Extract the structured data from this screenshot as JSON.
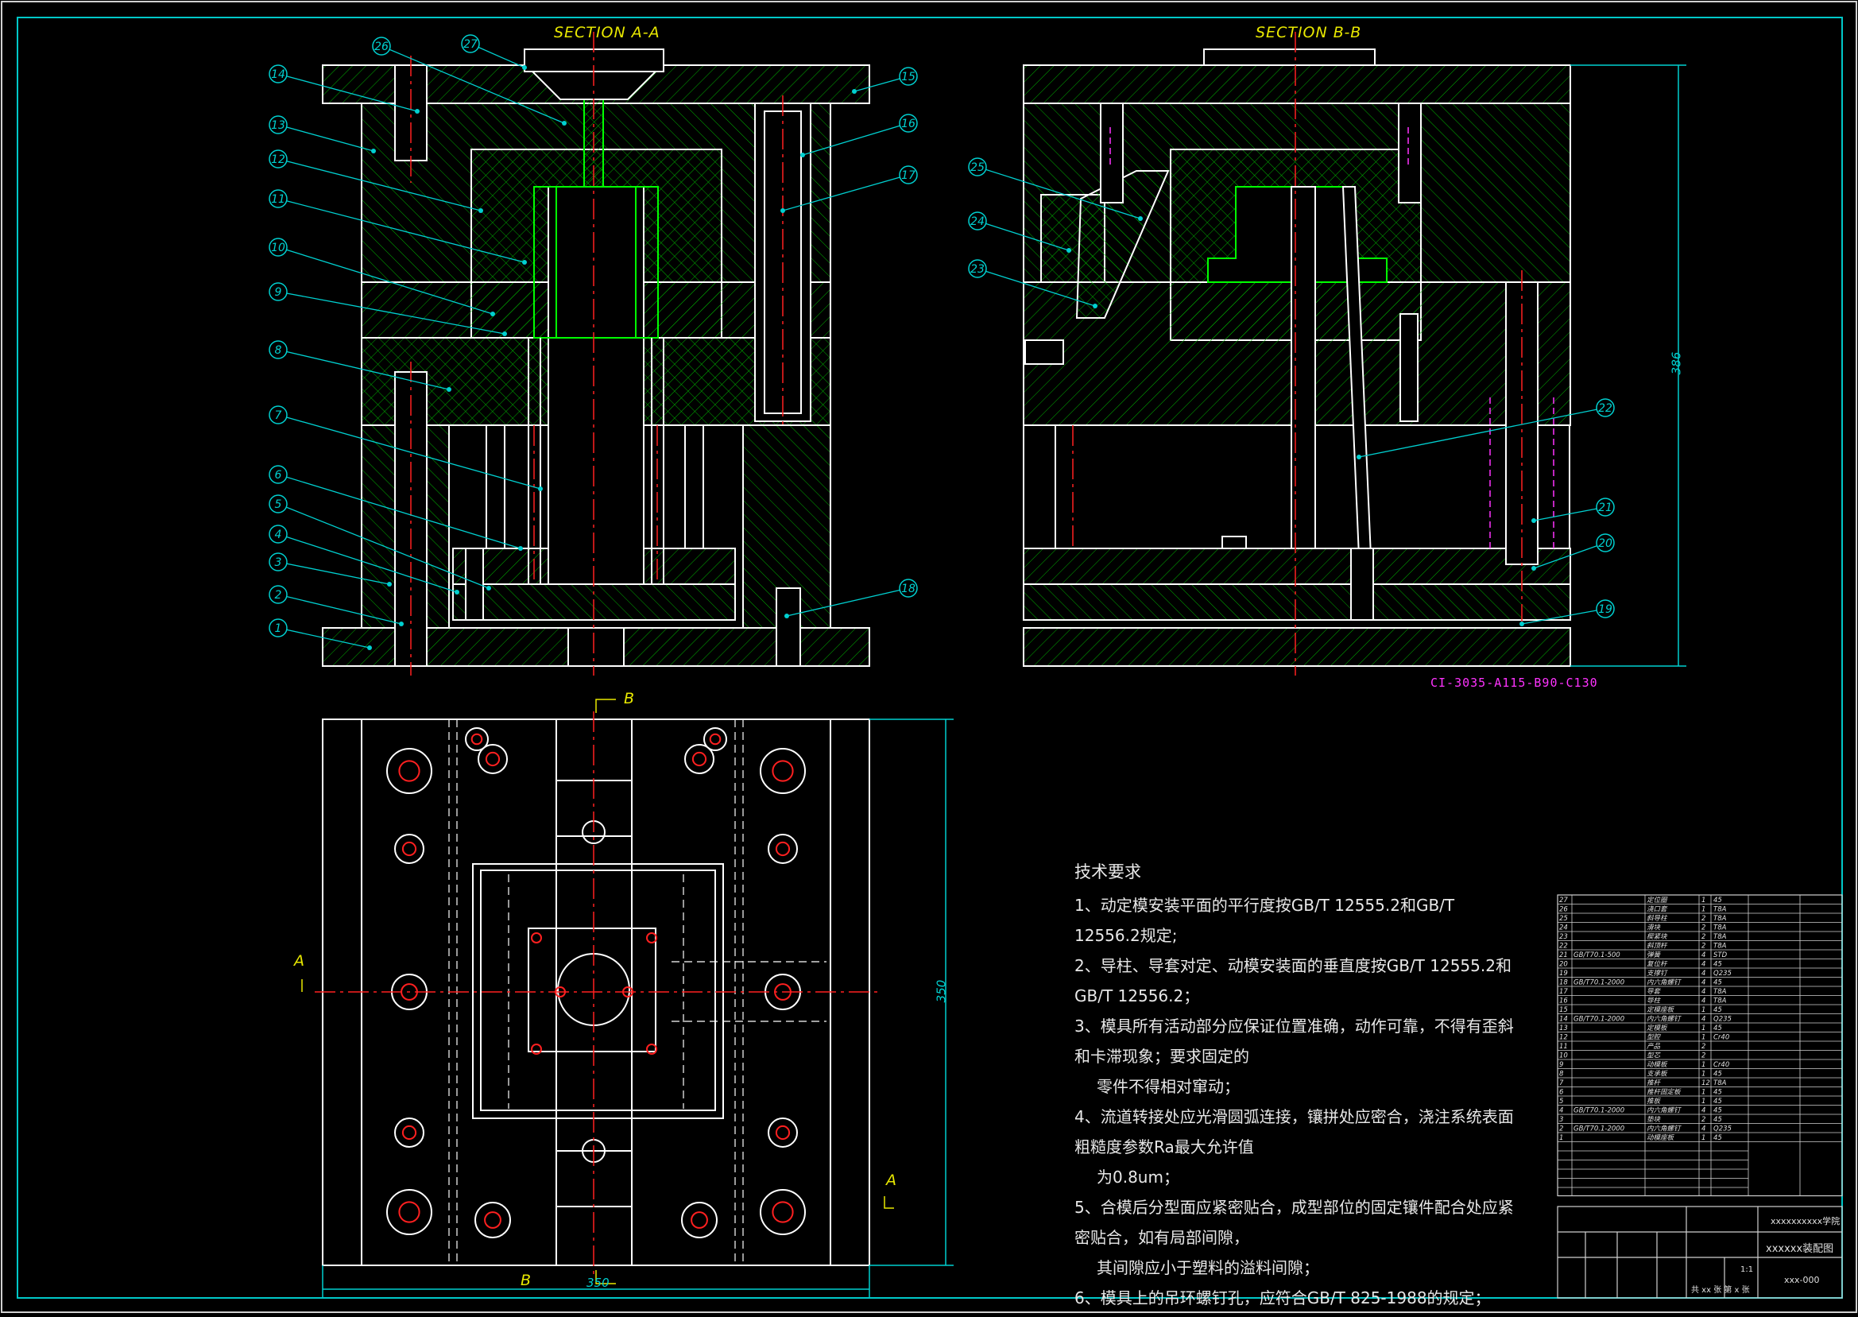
{
  "sections": {
    "a_title": "SECTION A-A",
    "b_title": "SECTION B-B"
  },
  "view_markers": {
    "b_top": "B",
    "b_bottom": "B",
    "a_left": "A",
    "a_right": "A"
  },
  "dimensions": {
    "height_386": "386",
    "width_350": "350",
    "height_350": "350"
  },
  "part_code": "CI-3035-A115-B90-C130",
  "balloons": [
    "14",
    "13",
    "12",
    "11",
    "10",
    "9",
    "8",
    "7",
    "6",
    "5",
    "4",
    "3",
    "2",
    "1",
    "26",
    "27",
    "15",
    "16",
    "17",
    "18",
    "25",
    "24",
    "23",
    "22",
    "21",
    "20",
    "19"
  ],
  "tech_requirements": {
    "title": "技术要求",
    "lines": [
      "1、动定模安装平面的平行度按GB/T 12555.2和GB/T 12556.2规定;",
      "2、导柱、导套对定、动模安装面的垂直度按GB/T 12555.2和GB/T 12556.2；",
      "3、模具所有活动部分应保证位置准确，动作可靠，不得有歪斜和卡滞现象；要求固定的",
      "零件不得相对窜动；",
      "4、流道转接处应光滑圆弧连接，镶拼处应密合，浇注系统表面粗糙度参数Ra最大允许值",
      "为0.8um；",
      "5、合模后分型面应紧密贴合，成型部位的固定镶件配合处应紧密贴合，如有局部间隙，",
      "其间隙应小于塑料的溢料间隙；",
      "6、模具上的吊环螺钉孔，应符合GB/T 825-1988的规定；"
    ]
  },
  "bom": [
    {
      "no": "27",
      "code": "",
      "name": "定位圈",
      "qty": "1",
      "mat": "45",
      "note": ""
    },
    {
      "no": "26",
      "code": "",
      "name": "浇口套",
      "qty": "1",
      "mat": "T8A",
      "note": ""
    },
    {
      "no": "25",
      "code": "",
      "name": "斜导柱",
      "qty": "2",
      "mat": "T8A",
      "note": ""
    },
    {
      "no": "24",
      "code": "",
      "name": "滑块",
      "qty": "2",
      "mat": "T8A",
      "note": ""
    },
    {
      "no": "23",
      "code": "",
      "name": "楔紧块",
      "qty": "2",
      "mat": "T8A",
      "note": ""
    },
    {
      "no": "22",
      "code": "",
      "name": "斜顶杆",
      "qty": "2",
      "mat": "T8A",
      "note": ""
    },
    {
      "no": "21",
      "code": "GB/T70.1-500",
      "name": "弹簧",
      "qty": "4",
      "mat": "STD",
      "note": ""
    },
    {
      "no": "20",
      "code": "",
      "name": "复位杆",
      "qty": "4",
      "mat": "45",
      "note": ""
    },
    {
      "no": "19",
      "code": "",
      "name": "支撑钉",
      "qty": "4",
      "mat": "Q235",
      "note": ""
    },
    {
      "no": "18",
      "code": "GB/T70.1-2000",
      "name": "内六角螺钉",
      "qty": "4",
      "mat": "45",
      "note": ""
    },
    {
      "no": "17",
      "code": "",
      "name": "导套",
      "qty": "4",
      "mat": "T8A",
      "note": ""
    },
    {
      "no": "16",
      "code": "",
      "name": "导柱",
      "qty": "4",
      "mat": "T8A",
      "note": ""
    },
    {
      "no": "15",
      "code": "",
      "name": "定模座板",
      "qty": "1",
      "mat": "45",
      "note": ""
    },
    {
      "no": "14",
      "code": "GB/T70.1-2000",
      "name": "内六角螺钉",
      "qty": "4",
      "mat": "Q235",
      "note": ""
    },
    {
      "no": "13",
      "code": "",
      "name": "定模板",
      "qty": "1",
      "mat": "45",
      "note": ""
    },
    {
      "no": "12",
      "code": "",
      "name": "型腔",
      "qty": "1",
      "mat": "Cr40",
      "note": ""
    },
    {
      "no": "11",
      "code": "",
      "name": "产品",
      "qty": "2",
      "mat": "",
      "note": ""
    },
    {
      "no": "10",
      "code": "",
      "name": "型芯",
      "qty": "2",
      "mat": "",
      "note": ""
    },
    {
      "no": "9",
      "code": "",
      "name": "动模板",
      "qty": "1",
      "mat": "Cr40",
      "note": ""
    },
    {
      "no": "8",
      "code": "",
      "name": "支承板",
      "qty": "1",
      "mat": "45",
      "note": ""
    },
    {
      "no": "7",
      "code": "",
      "name": "推杆",
      "qty": "12",
      "mat": "T8A",
      "note": ""
    },
    {
      "no": "6",
      "code": "",
      "name": "推杆固定板",
      "qty": "1",
      "mat": "45",
      "note": ""
    },
    {
      "no": "5",
      "code": "",
      "name": "推板",
      "qty": "1",
      "mat": "45",
      "note": ""
    },
    {
      "no": "4",
      "code": "GB/T70.1-2000",
      "name": "内六角螺钉",
      "qty": "4",
      "mat": "45",
      "note": ""
    },
    {
      "no": "3",
      "code": "",
      "name": "垫块",
      "qty": "2",
      "mat": "45",
      "note": ""
    },
    {
      "no": "2",
      "code": "GB/T70.1-2000",
      "name": "内六角螺钉",
      "qty": "4",
      "mat": "Q235",
      "note": ""
    },
    {
      "no": "1",
      "code": "",
      "name": "动模座板",
      "qty": "1",
      "mat": "45",
      "note": ""
    }
  ],
  "title_block": {
    "school": "xxxxxxxxxx学院",
    "drawing_name": "xxxxxx装配图",
    "drawing_no": "xxx-000",
    "scale": "1:1",
    "sheet": "共 xx 张  第 x 张"
  },
  "colors": {
    "background": "#000000",
    "hatch": "#00cc00",
    "outline": "#ffffff",
    "center": "#ff2020",
    "dimension": "#00d0d0",
    "balloon": "#00d0d0",
    "yellow": "#e8e800",
    "magenta": "#ff33ff"
  }
}
